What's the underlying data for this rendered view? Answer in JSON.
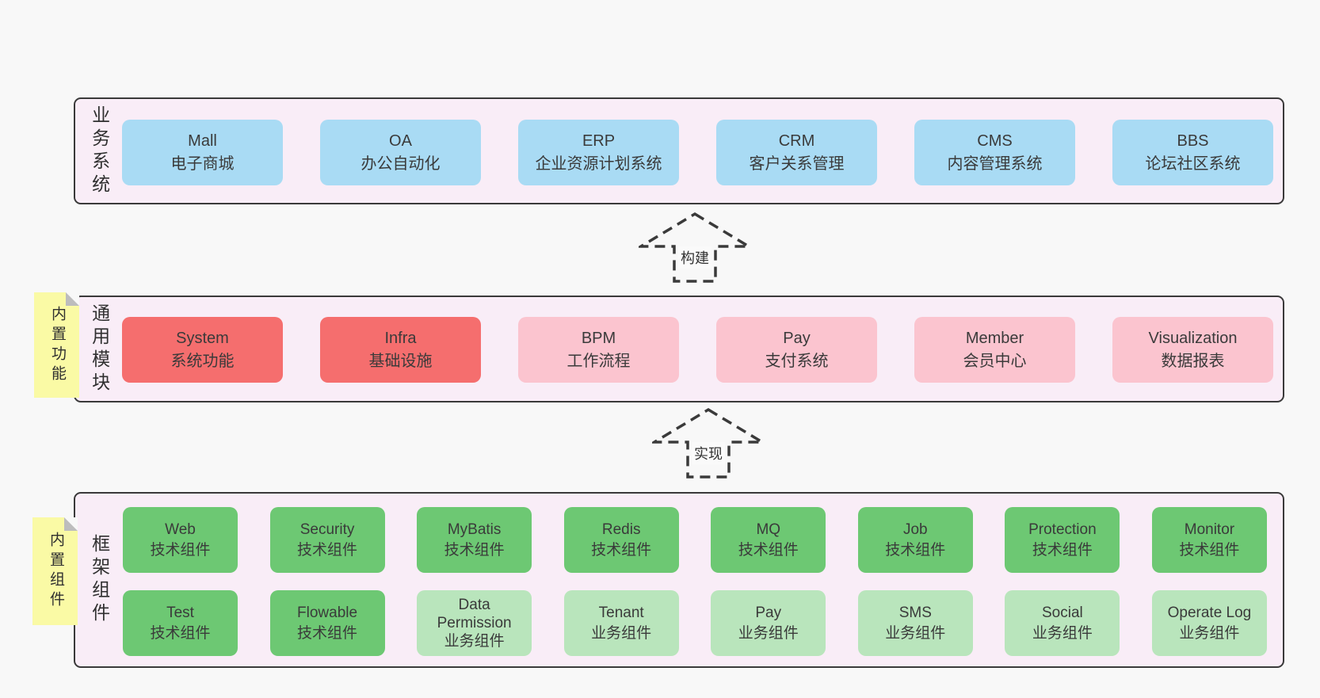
{
  "colors": {
    "page_background": "#f8f8f8",
    "section_background": "#f9edf7",
    "section_border": "#3a3a3a",
    "business_box": "#a9dbf4",
    "core_module_box": "#f56e6e",
    "optional_module_box": "#fbc4cf",
    "tech_component_box": "#6dc873",
    "biz_component_box": "#b9e5bc",
    "sticky_note": "#fafaa5",
    "sticky_note_fold": "#bdbdbd",
    "text": "#3a3a3a"
  },
  "business_section": {
    "label": "业务系统",
    "boxes": [
      {
        "title": "Mall",
        "subtitle": "电子商城"
      },
      {
        "title": "OA",
        "subtitle": "办公自动化"
      },
      {
        "title": "ERP",
        "subtitle": "企业资源计划系统"
      },
      {
        "title": "CRM",
        "subtitle": "客户关系管理"
      },
      {
        "title": "CMS",
        "subtitle": "内容管理系统"
      },
      {
        "title": "BBS",
        "subtitle": "论坛社区系统"
      }
    ]
  },
  "build_arrow": {
    "label": "构建"
  },
  "modules_section": {
    "label": "通用模块",
    "note": "内置功能",
    "boxes": [
      {
        "title": "System",
        "subtitle": "系统功能",
        "color": "red"
      },
      {
        "title": "Infra",
        "subtitle": "基础设施",
        "color": "red"
      },
      {
        "title": "BPM",
        "subtitle": "工作流程",
        "color": "pink"
      },
      {
        "title": "Pay",
        "subtitle": "支付系统",
        "color": "pink"
      },
      {
        "title": "Member",
        "subtitle": "会员中心",
        "color": "pink"
      },
      {
        "title": "Visualization",
        "subtitle": "数据报表",
        "color": "pink"
      }
    ]
  },
  "implement_arrow": {
    "label": "实现"
  },
  "components_section": {
    "label": "框架组件",
    "note": "内置组件",
    "row1": [
      {
        "title": "Web",
        "subtitle": "技术组件",
        "color": "green"
      },
      {
        "title": "Security",
        "subtitle": "技术组件",
        "color": "green"
      },
      {
        "title": "MyBatis",
        "subtitle": "技术组件",
        "color": "green"
      },
      {
        "title": "Redis",
        "subtitle": "技术组件",
        "color": "green"
      },
      {
        "title": "MQ",
        "subtitle": "技术组件",
        "color": "green"
      },
      {
        "title": "Job",
        "subtitle": "技术组件",
        "color": "green"
      },
      {
        "title": "Protection",
        "subtitle": "技术组件",
        "color": "green"
      },
      {
        "title": "Monitor",
        "subtitle": "技术组件",
        "color": "green"
      }
    ],
    "row2": [
      {
        "title": "Test",
        "subtitle": "技术组件",
        "color": "green"
      },
      {
        "title": "Flowable",
        "subtitle": "技术组件",
        "color": "green"
      },
      {
        "title": "Data Permission",
        "subtitle": "业务组件",
        "color": "lightgreen"
      },
      {
        "title": "Tenant",
        "subtitle": "业务组件",
        "color": "lightgreen"
      },
      {
        "title": "Pay",
        "subtitle": "业务组件",
        "color": "lightgreen"
      },
      {
        "title": "SMS",
        "subtitle": "业务组件",
        "color": "lightgreen"
      },
      {
        "title": "Social",
        "subtitle": "业务组件",
        "color": "lightgreen"
      },
      {
        "title": "Operate Log",
        "subtitle": "业务组件",
        "color": "lightgreen"
      }
    ]
  }
}
